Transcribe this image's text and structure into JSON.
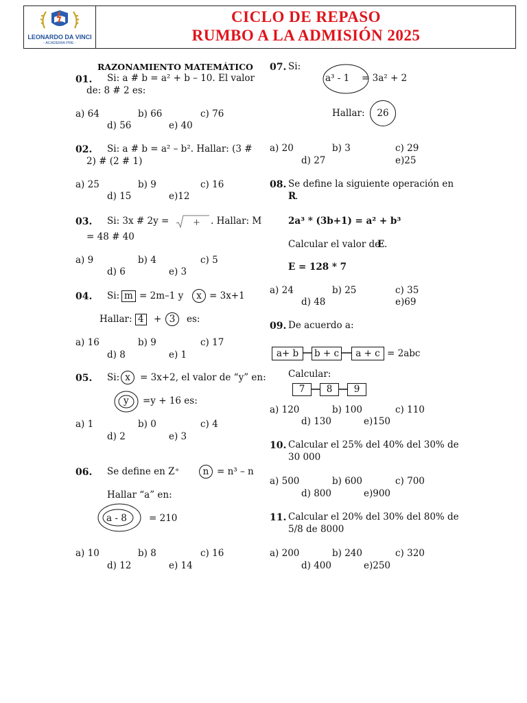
{
  "header": {
    "logo_name": "LEONARDO DA VINCI",
    "logo_sub": "- ACADEMIA PRE -",
    "title_line1": "CICLO DE REPASO",
    "title_line2": "RUMBO A LA ADMISIÓN 2025"
  },
  "section_title": "RAZONAMIENTO MATEMÁTICO",
  "q01": {
    "num": "01.",
    "text": "Si:    a # b = a² + b – 10. El valor",
    "text2": "de: 8 # 2 es:",
    "opts": [
      "a) 64",
      "b) 66",
      "c) 76",
      "d) 56",
      "e) 40"
    ]
  },
  "q02": {
    "num": "02.",
    "text": "Si:    a # b = a² – b².  Hallar:  (3  #",
    "text2": "2) # (2 # 1)",
    "opts": [
      "a) 25",
      "b) 9",
      "c) 16",
      "d) 15",
      "e)12"
    ]
  },
  "q03": {
    "num": "03.",
    "text_a": "Si:  3x  #  2y =",
    "text_b": ". Hallar: M",
    "text2": "= 48 # 40",
    "opts": [
      "a) 9",
      "b) 4",
      "c) 5",
      "d) 6",
      "e) 3"
    ]
  },
  "q04": {
    "num": "04.",
    "si": "Si:",
    "box_m": "m",
    "eq1": "= 2m–1  y",
    "circ_x": "x",
    "eq2": "=  3x+1",
    "hallar": "Hallar:",
    "box4": "4",
    "plus": "+",
    "circ3": "3",
    "es": "es:",
    "opts": [
      "a) 16",
      "b) 9",
      "c) 17",
      "d) 8",
      "e) 1"
    ]
  },
  "q05": {
    "num": "05.",
    "si": "Si:",
    "circ_x": "x",
    "eq1": "= 3x+2, el valor de “y” en:",
    "circ_y": "y",
    "eq2": "=y + 16  es:",
    "opts": [
      "a) 1",
      "b) 0",
      "c) 4",
      "d) 2",
      "e) 3"
    ]
  },
  "q06": {
    "num": "06.",
    "text_a": "Se define  en  Z⁺",
    "circ_n": "n",
    "eq": "=  n³ – n",
    "hallar": "Hallar  “a”   en:",
    "circ_a8": "a - 8",
    "eq2": "=  210",
    "opts": [
      "a) 10",
      "b) 8",
      "c) 16",
      "d) 12",
      "e) 14"
    ]
  },
  "q07": {
    "num": "07.",
    "si": "Si:",
    "expr": "a³  -  1",
    "eq": "=  3a²  +  2",
    "hallar": "Hallar:",
    "circ26": "26",
    "opts": [
      "a) 20",
      "b) 3",
      "c) 29",
      "d) 27",
      "e)25"
    ]
  },
  "q08": {
    "num": "08.",
    "text": "Se define la siguiente operación en",
    "text_r": "R",
    "formula": "2a³ * (3b+1) =  a² + b³",
    "calc": "Calcular el valor de",
    "e_var": "E",
    "expr": "E = 128  *  7",
    "opts": [
      "a) 24",
      "b) 25",
      "c) 35",
      "d) 48",
      "e)69"
    ]
  },
  "q09": {
    "num": "09.",
    "text": "De acuerdo a:",
    "b1": "a+ b",
    "b2": "b + c",
    "b3": "a + c",
    "eq": "= 2abc",
    "calc": "Calcular:",
    "c1": "7",
    "c2": "8",
    "c3": "9",
    "opts": [
      "a) 120",
      "b) 100",
      "c) 110",
      "d) 130",
      "e)150"
    ]
  },
  "q10": {
    "num": "10.",
    "text": "Calcular el 25% del 40% del 30% de",
    "text2": "30 000",
    "opts": [
      "a) 500",
      "b) 600",
      "c) 700",
      "d) 800",
      "e)900"
    ]
  },
  "q11": {
    "num": "11.",
    "text": "Calcular el 20% del 30% del 80% de",
    "text2": "5/8 de 8000",
    "opts": [
      "a) 200",
      "b) 240",
      "c) 320",
      "d) 400",
      "e)250"
    ]
  }
}
